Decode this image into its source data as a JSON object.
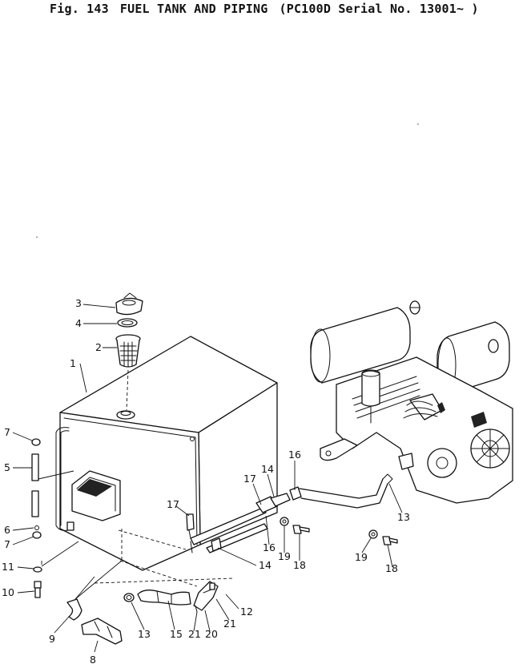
{
  "header": {
    "fig_label": "Fig. 143",
    "title": "FUEL TANK AND PIPING",
    "model": "(PC100D Serial No. 13001~ )"
  },
  "callouts": {
    "c1": "1",
    "c2": "2",
    "c3": "3",
    "c4": "4",
    "c5": "5",
    "c6": "6",
    "c7a": "7",
    "c7b": "7",
    "c8": "8",
    "c9": "9",
    "c10": "10",
    "c11": "11",
    "c12": "12",
    "c13a": "13",
    "c13b": "13",
    "c14a": "14",
    "c14b": "14",
    "c15": "15",
    "c16a": "16",
    "c16b": "16",
    "c17a": "17",
    "c17b": "17",
    "c18a": "18",
    "c18b": "18",
    "c19a": "19",
    "c19b": "19",
    "c20": "20",
    "c21a": "21",
    "c21b": "21"
  }
}
